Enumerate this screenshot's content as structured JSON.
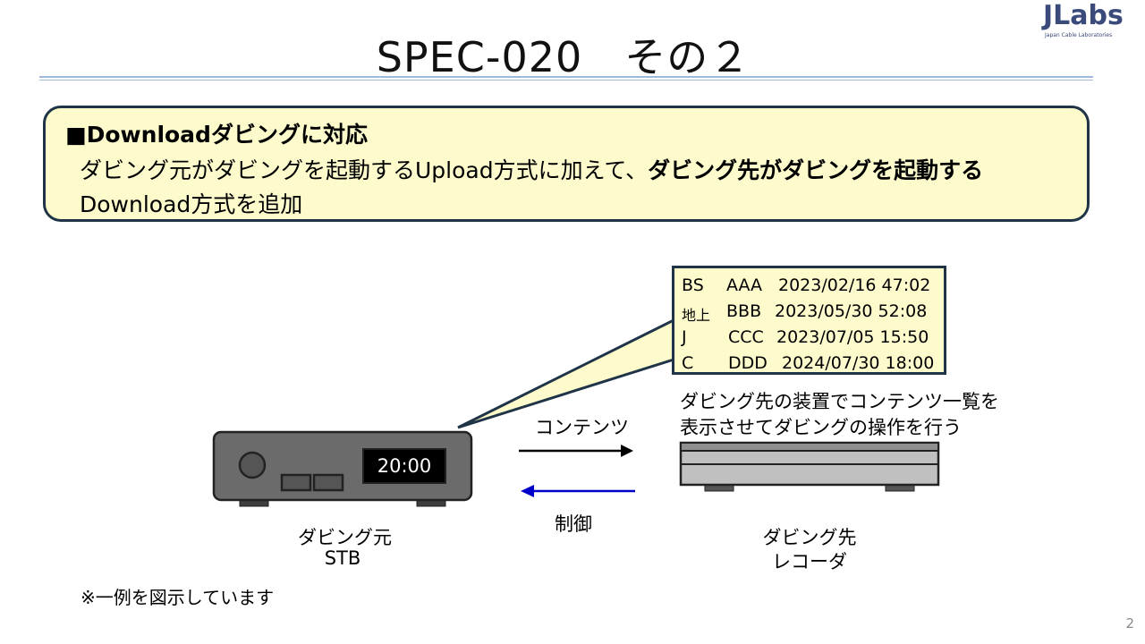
{
  "title": "SPEC-020　その２",
  "logo": {
    "text": "JLabs",
    "subtitle": "Japan Cable Laboratories"
  },
  "summary": {
    "heading": "■Downloadダビングに対応",
    "line1_normal": "ダビング元がダビングを起動するUpload方式に加えて、",
    "line1_bold": "ダビング先がダビングを起動する",
    "line2": "Download方式を追加"
  },
  "content_list": [
    {
      "source": "BS",
      "name": "AAA",
      "datetime": "2023/02/16 47:02"
    },
    {
      "source": "地上",
      "name": "BBB",
      "datetime": "2023/05/30 52:08"
    },
    {
      "source": "J",
      "name": "CCC",
      "datetime": "2023/07/05 15:50"
    },
    {
      "source": "C",
      "name": "DDD",
      "datetime": "2024/07/30 18:00"
    }
  ],
  "recorder_note": {
    "line1": "ダビング先の装置でコンテンツ一覧を",
    "line2": "表示させてダビングの操作を行う"
  },
  "stb": {
    "display_time": "20:00",
    "label1": "ダビング元",
    "label2": "STB"
  },
  "recorder": {
    "label1": "ダビング先",
    "label2": "レコーダ"
  },
  "arrows": {
    "content_label": "コンテンツ",
    "control_label": "制御"
  },
  "colors": {
    "box_fill": "#fdfbcc",
    "box_border": "#1f3447",
    "control_arrow": "#0000cc",
    "device_body": "#6b6b6b"
  },
  "footnote": "※一例を図示しています",
  "page_number": "2"
}
